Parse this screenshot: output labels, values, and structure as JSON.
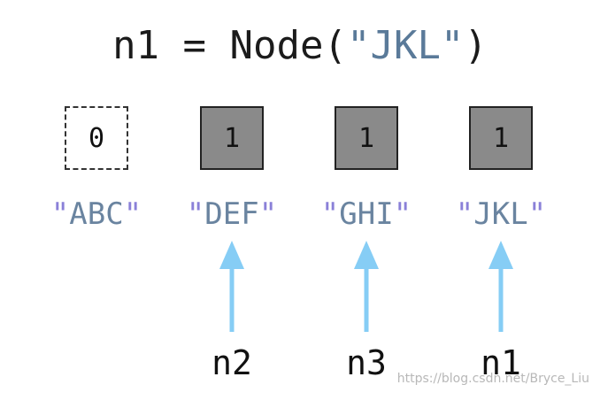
{
  "code": {
    "prefix": "n1 = Node(",
    "string": "\"JKL\"",
    "suffix": ")"
  },
  "strings": [
    {
      "refcount": "0",
      "open_quote": "\"",
      "text": "ABC",
      "close_quote": "\""
    },
    {
      "refcount": "1",
      "open_quote": "\"",
      "text": "DEF",
      "close_quote": "\""
    },
    {
      "refcount": "1",
      "open_quote": "\"",
      "text": "GHI",
      "close_quote": "\""
    },
    {
      "refcount": "1",
      "open_quote": "\"",
      "text": "JKL",
      "close_quote": "\""
    }
  ],
  "variables": [
    "n2",
    "n3",
    "n1"
  ],
  "watermark": "https://blog.csdn.net/Bryce_Liu",
  "colors": {
    "arrow": "#86cdf5",
    "box_fill_active": "#8a8a8a",
    "string_text": "#6a84a0",
    "quote": "#8a80d8"
  }
}
